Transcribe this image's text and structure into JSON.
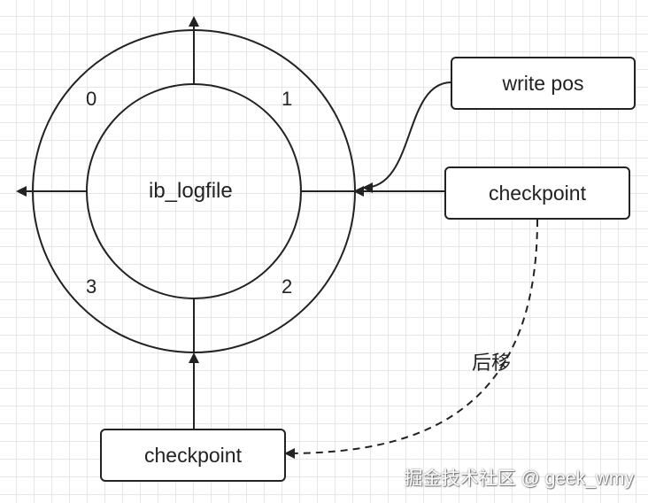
{
  "center_label": "ib_logfile",
  "segments": [
    "0",
    "1",
    "2",
    "3"
  ],
  "boxes": {
    "write_pos": "write pos",
    "checkpoint_right": "checkpoint",
    "checkpoint_bottom": "checkpoint"
  },
  "move_label": "后移",
  "watermark": "掘金技术社区 @ geek_wmy",
  "colors": {
    "stroke": "#222222",
    "grid": "#e6e6e6",
    "background": "#ffffff"
  }
}
